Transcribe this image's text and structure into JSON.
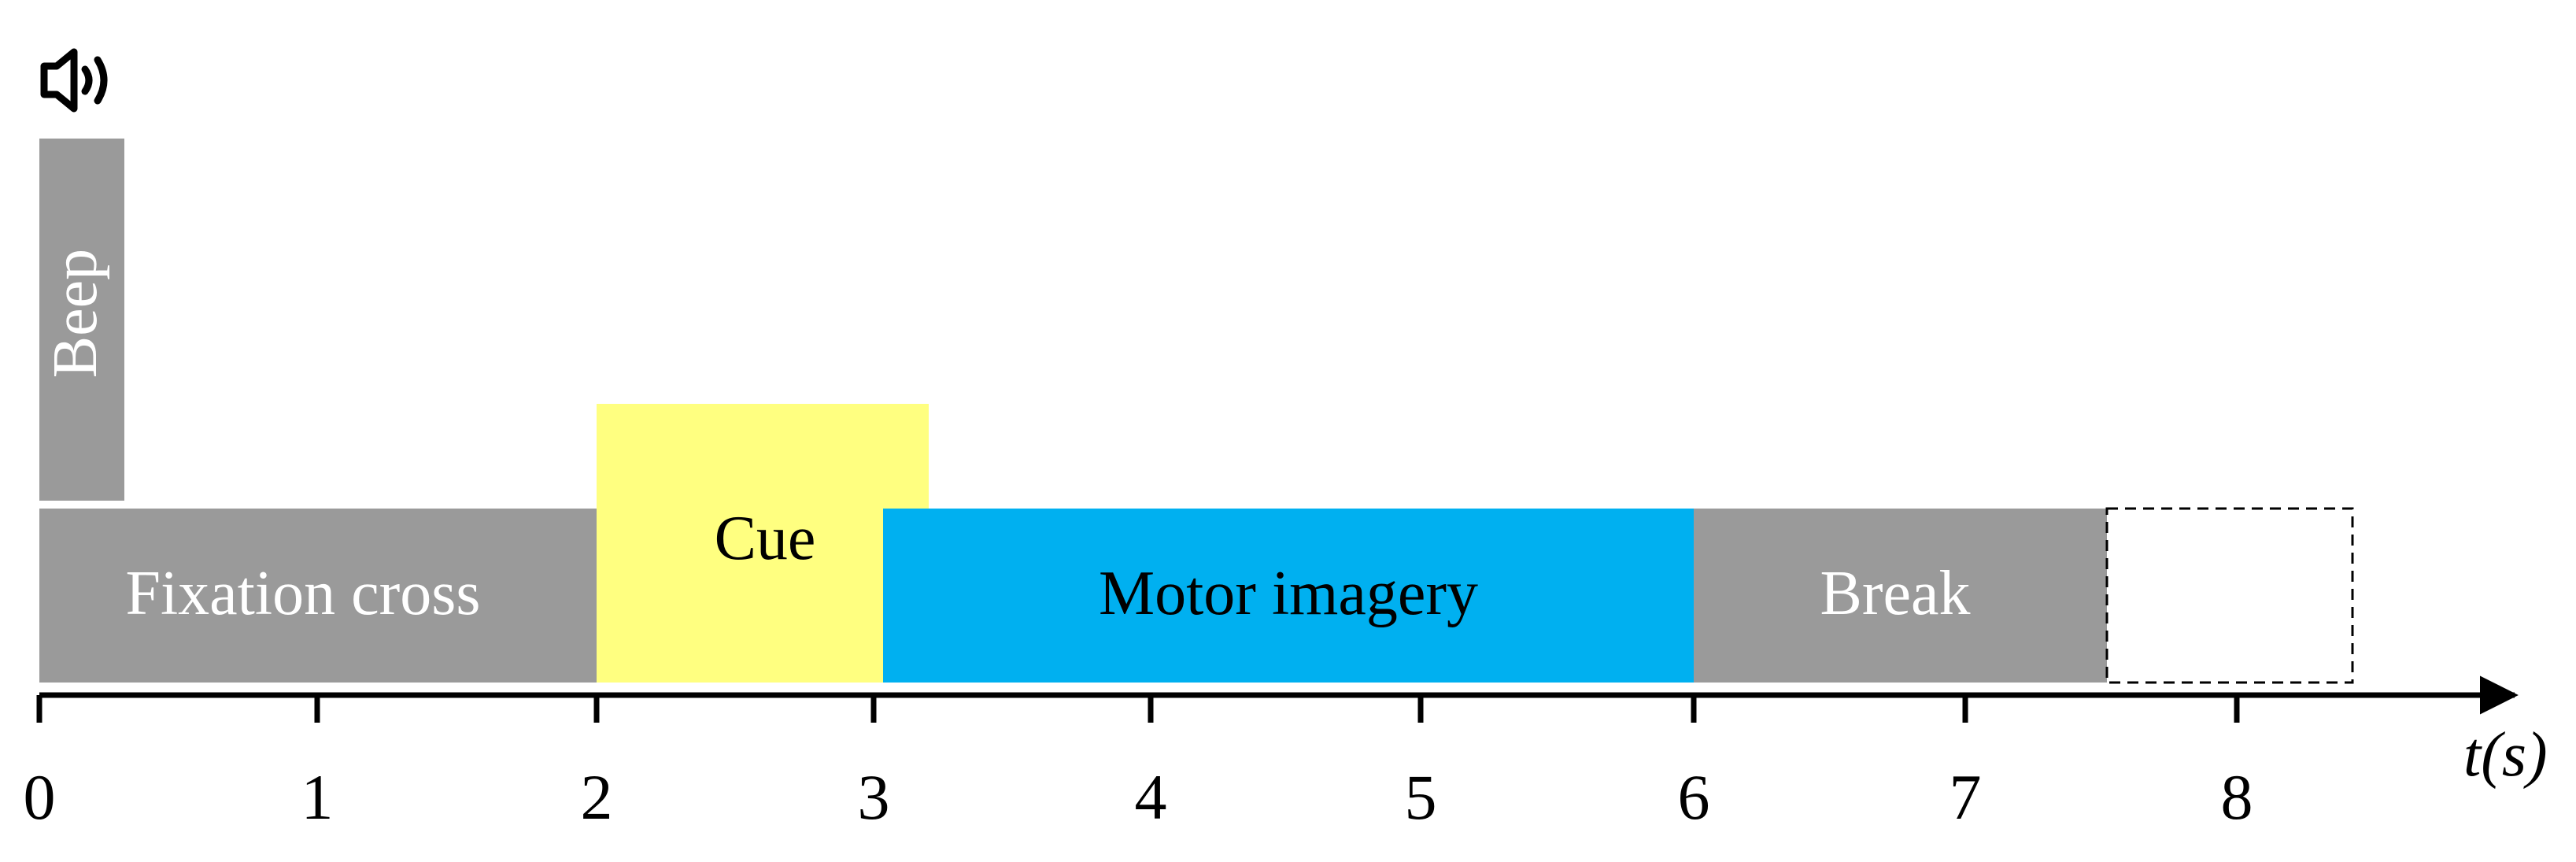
{
  "speaker_icon": "speaker-icon",
  "blocks": {
    "beep": {
      "label": "Beep",
      "color": "#9a9a9a"
    },
    "fixation": {
      "label": "Fixation cross",
      "color": "#9a9a9a"
    },
    "cue": {
      "label": "Cue",
      "color": "#ffff80"
    },
    "motor": {
      "label": "Motor imagery",
      "color": "#00b0f0"
    },
    "break": {
      "label": "Break",
      "color": "#9a9a9a"
    }
  },
  "axis": {
    "title": "t(s)",
    "ticks": [
      "0",
      "1",
      "2",
      "3",
      "4",
      "5",
      "6",
      "7",
      "8"
    ]
  }
}
